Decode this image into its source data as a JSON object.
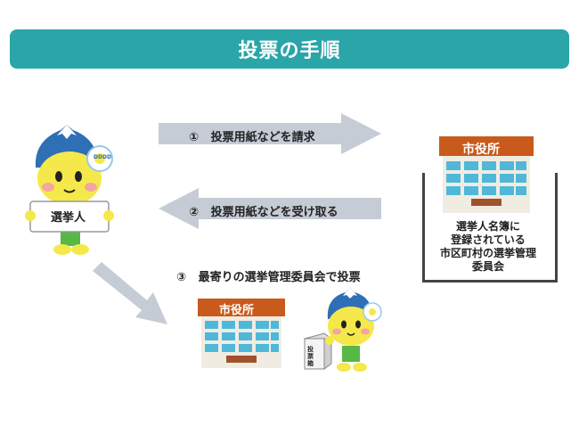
{
  "title": "投票の手順",
  "steps": [
    {
      "number": "①",
      "text": "投票用紙などを請求"
    },
    {
      "number": "②",
      "text": "投票用紙などを受け取る"
    },
    {
      "number": "③",
      "text": "最寄りの選挙管理委員会で投票"
    }
  ],
  "voter_label": "選挙人",
  "city_hall_sign": "市役所",
  "registered_committee_lines": [
    "選挙人名簿に",
    "登録されている",
    "市区町村の選挙管理",
    "委員会"
  ],
  "ballot_box_label": "投票箱",
  "mascot_badge": "DDDD",
  "colors": {
    "accent": "#2aa5a8",
    "arrow": "#c5ccd6",
    "building_top": "#c85a1c",
    "building_window": "#4fb8d8"
  }
}
